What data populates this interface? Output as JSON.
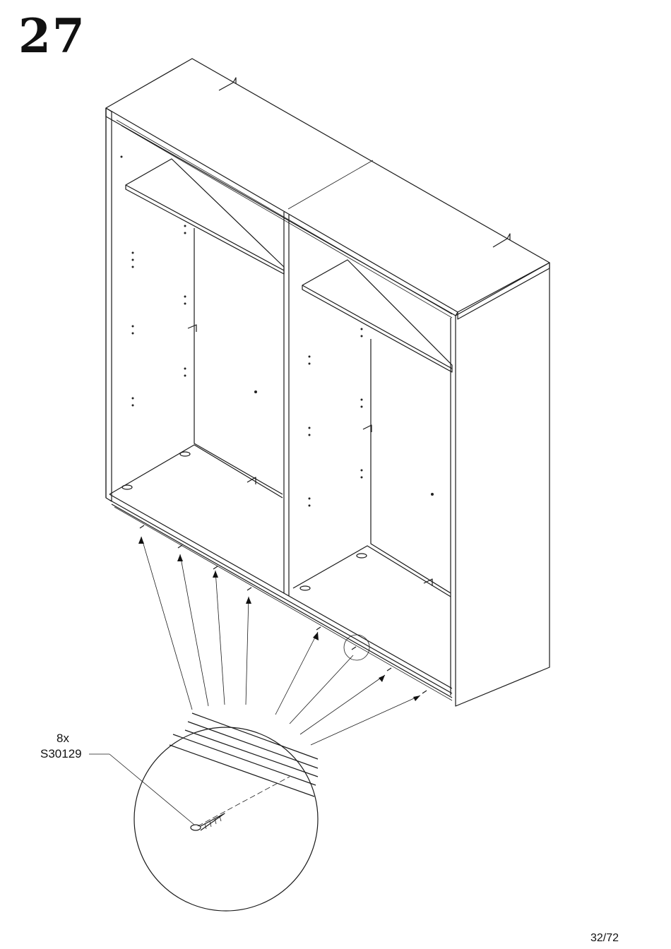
{
  "step": {
    "number": "27"
  },
  "hardware": {
    "quantity": "8x",
    "code": "S30129"
  },
  "footer": {
    "page": "32/72"
  }
}
